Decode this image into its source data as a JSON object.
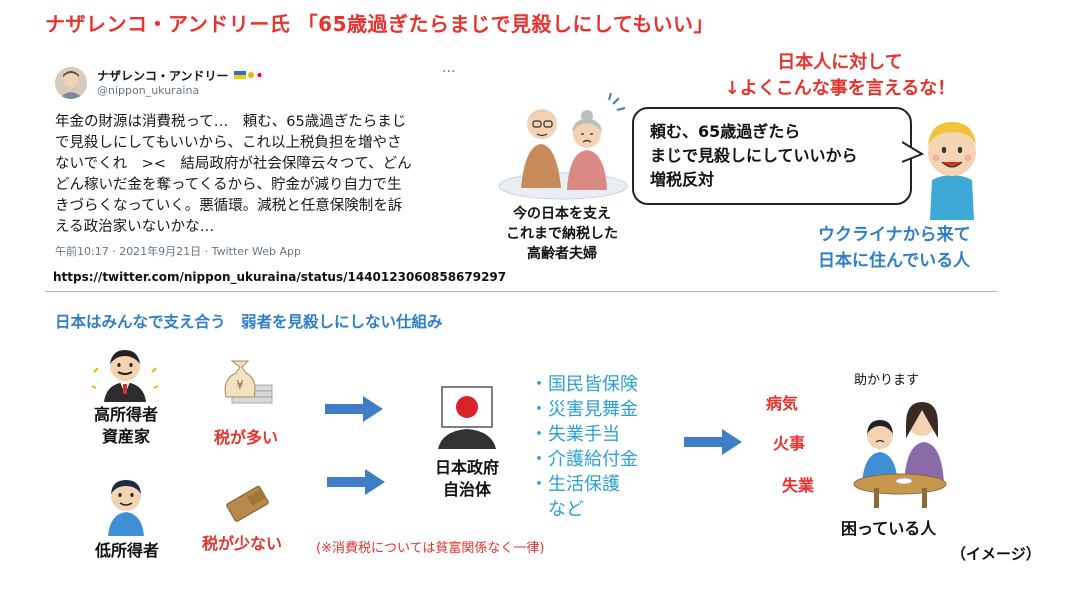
{
  "header": {
    "title": "ナザレンコ・アンドリー氏 「65歳過ぎたらまじで見殺しにしてもいい」"
  },
  "tweet": {
    "name": "ナザレンコ・アンドリー",
    "handle": "@nippon_ukuraina",
    "more": "···",
    "body_lines": [
      "年金の財源は消費税って…　頼む、65歳過ぎたらまじ",
      "で見殺しにしてもいいから、これ以上税負担を増やさ",
      "ないでくれ　><　結局政府が社会保障云々つて、どん",
      "どん稼いだ金を奪ってくるから、貯金が減り自力で生",
      "きづらくなっていく。悪循環。減税と任意保険制を訴",
      "える政治家いないかな…"
    ],
    "meta": "午前10:17 · 2021年9月21日 · Twitter Web App",
    "url": "https://twitter.com/nippon_ukuraina/status/1440123060858679297"
  },
  "top_right": {
    "exclaim_lines": [
      "日本人に対して",
      "↓よくこんな事を言えるな！"
    ],
    "bubble_lines": [
      "頼む、65歳過ぎたら",
      "まじで見殺しにしていいから",
      "増税反対"
    ],
    "elder_caption_lines": [
      "今の日本を支え",
      "これまで納税した",
      "高齢者夫婦"
    ],
    "ukraine_caption_lines": [
      "ウクライナから来て",
      "日本に住んでいる人"
    ]
  },
  "lower": {
    "section_title": "日本はみんなで支え合う　弱者を見殺しにしない仕組み",
    "high_income_lines": [
      "高所得者",
      "資産家"
    ],
    "high_tax": "税が多い",
    "low_income": "低所得者",
    "low_tax": "税が少ない",
    "gov_lines": [
      "日本政府",
      "自治体"
    ],
    "services": [
      "・国民皆保険",
      "・災害見舞金",
      "・失業手当",
      "・介護給付金",
      "・生活保護",
      "　など"
    ],
    "note": "(※消費税については貧富関係なく一律)",
    "troubles": [
      "病気",
      "火事",
      "失業"
    ],
    "help_caption": "助かります",
    "trouble_person": "困っている人",
    "image_note": "（イメージ）"
  },
  "colors": {
    "red": "#e8322e",
    "blue": "#2e7fc8",
    "light_blue": "#2e9fd6",
    "arrow": "#3f7ec7"
  }
}
